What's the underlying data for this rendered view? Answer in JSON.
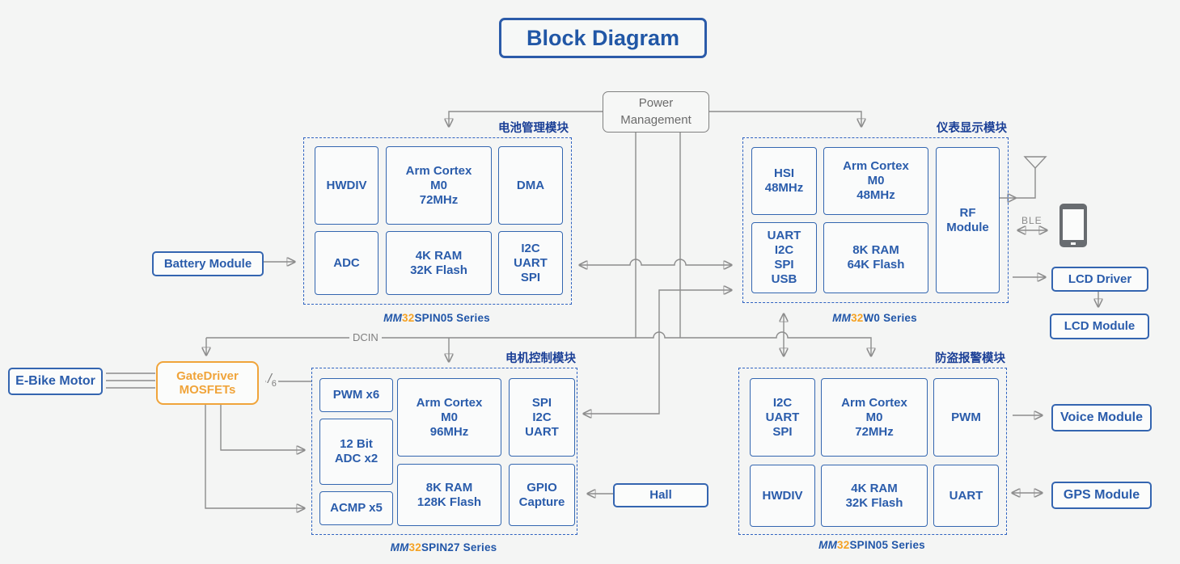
{
  "title": "Block Diagram",
  "power_management": {
    "label": "Power\nManagement"
  },
  "modules": [
    {
      "title": "电池管理模块",
      "series_mm": "MM",
      "series_num": "32",
      "series_rest": "SPIN05 Series",
      "blocks": [
        {
          "label": "HWDIV"
        },
        {
          "label": "Arm Cortex\nM0\n72MHz"
        },
        {
          "label": "DMA"
        },
        {
          "label": "ADC"
        },
        {
          "label": "4K RAM\n32K Flash"
        },
        {
          "label": "I2C\nUART\nSPI"
        }
      ]
    },
    {
      "title": "仪表显示模块",
      "series_mm": "MM",
      "series_num": "32",
      "series_rest": "W0 Series",
      "blocks": [
        {
          "label": "HSI\n48MHz"
        },
        {
          "label": "Arm Cortex\nM0\n48MHz"
        },
        {
          "label": "RF\nModule"
        },
        {
          "label": "UART\nI2C\nSPI\nUSB"
        },
        {
          "label": "8K RAM\n64K Flash"
        }
      ]
    },
    {
      "title": "电机控制模块",
      "series_mm": "MM",
      "series_num": "32",
      "series_rest": "SPIN27 Series",
      "blocks": [
        {
          "label": "PWM x6"
        },
        {
          "label": "12 Bit\nADC x2"
        },
        {
          "label": "ACMP x5"
        },
        {
          "label": "Arm Cortex\nM0\n96MHz"
        },
        {
          "label": "8K RAM\n128K Flash"
        },
        {
          "label": "SPI\nI2C\nUART"
        },
        {
          "label": "GPIO\nCapture"
        }
      ]
    },
    {
      "title": "防盗报警模块",
      "series_mm": "MM",
      "series_num": "32",
      "series_rest": "SPIN05 Series",
      "blocks": [
        {
          "label": "I2C\nUART\nSPI"
        },
        {
          "label": "Arm Cortex\nM0\n72MHz"
        },
        {
          "label": "PWM"
        },
        {
          "label": "HWDIV"
        },
        {
          "label": "4K RAM\n32K Flash"
        },
        {
          "label": "UART"
        }
      ]
    }
  ],
  "peripherals": {
    "battery_module": "Battery Module",
    "ebike_motor": "E-Bike Motor",
    "gatedriver": "GateDriver\nMOSFETs",
    "hall": "Hall",
    "lcd_driver": "LCD Driver",
    "lcd_module": "LCD Module",
    "voice_module": "Voice Module",
    "gps_module": "GPS Module"
  },
  "labels": {
    "dcin": "DCIN",
    "ble": "BLE",
    "slash": "/",
    "bus_width": "6"
  },
  "colors": {
    "blue_border": "#3366b0",
    "blue_text": "#2a5cab",
    "dash_blue": "#2f63c1",
    "orange": "#f0a43a",
    "wire_gray": "#8c8c8c"
  }
}
